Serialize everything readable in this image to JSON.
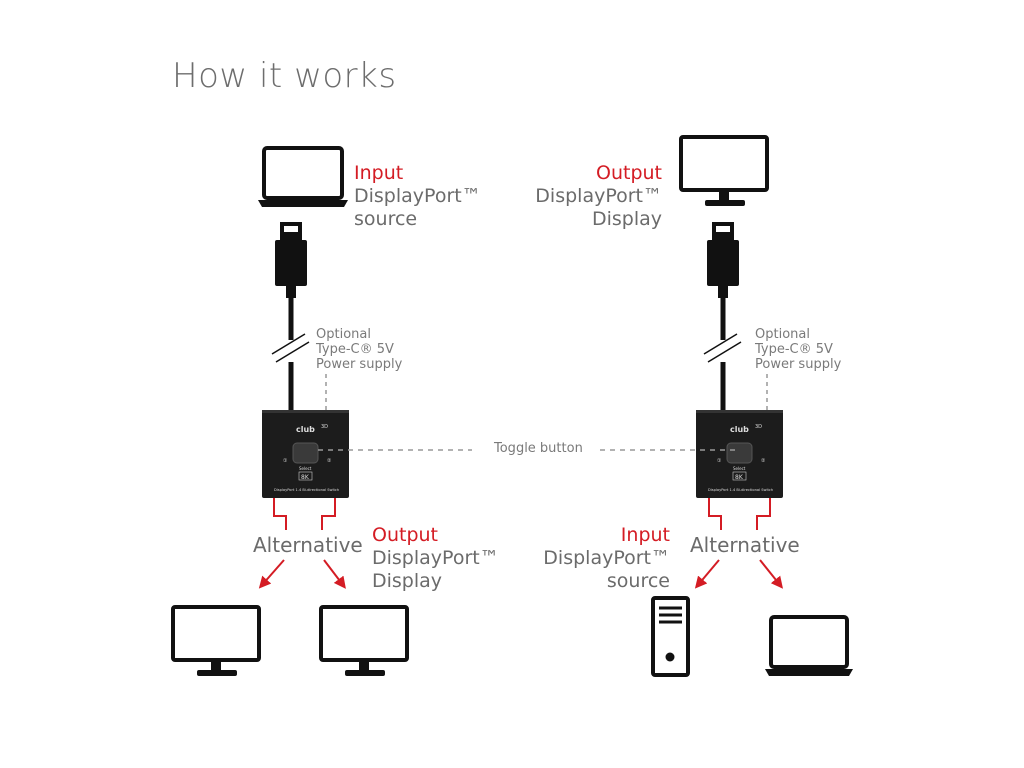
{
  "title": "How it works",
  "left": {
    "top_role": "Input",
    "top_device_line1": "DisplayPort™",
    "top_device_line2": "source",
    "optional_line1": "Optional",
    "optional_line2": "Type-C® 5V",
    "optional_line3": "Power supply",
    "alternative": "Alternative",
    "bottom_role": "Output",
    "bottom_device_line1": "DisplayPort™",
    "bottom_device_line2": "Display"
  },
  "right": {
    "top_role": "Output",
    "top_device_line1": "DisplayPort™",
    "top_device_line2": "Display",
    "optional_line1": "Optional",
    "optional_line2": "Type-C® 5V",
    "optional_line3": "Power supply",
    "alternative": "Alternative",
    "bottom_role": "Input",
    "bottom_device_line1": "DisplayPort™",
    "bottom_device_line2": "source"
  },
  "toggle_label": "Toggle button",
  "switch_device": {
    "brand": "club 3D",
    "button_label": "Select",
    "badge": "8K",
    "model": "DisplayPort 1.4 Bi-directional Switch",
    "port1": "1",
    "port2": "2"
  },
  "colors": {
    "accent": "#d41c24",
    "text": "#6b6b6b",
    "device": "#1c1c1c"
  },
  "icons": [
    "laptop-icon",
    "monitor-icon",
    "computer-tower-icon",
    "displayport-connector-icon",
    "cable-break-icon",
    "switch-device-icon",
    "arrow-icon"
  ]
}
